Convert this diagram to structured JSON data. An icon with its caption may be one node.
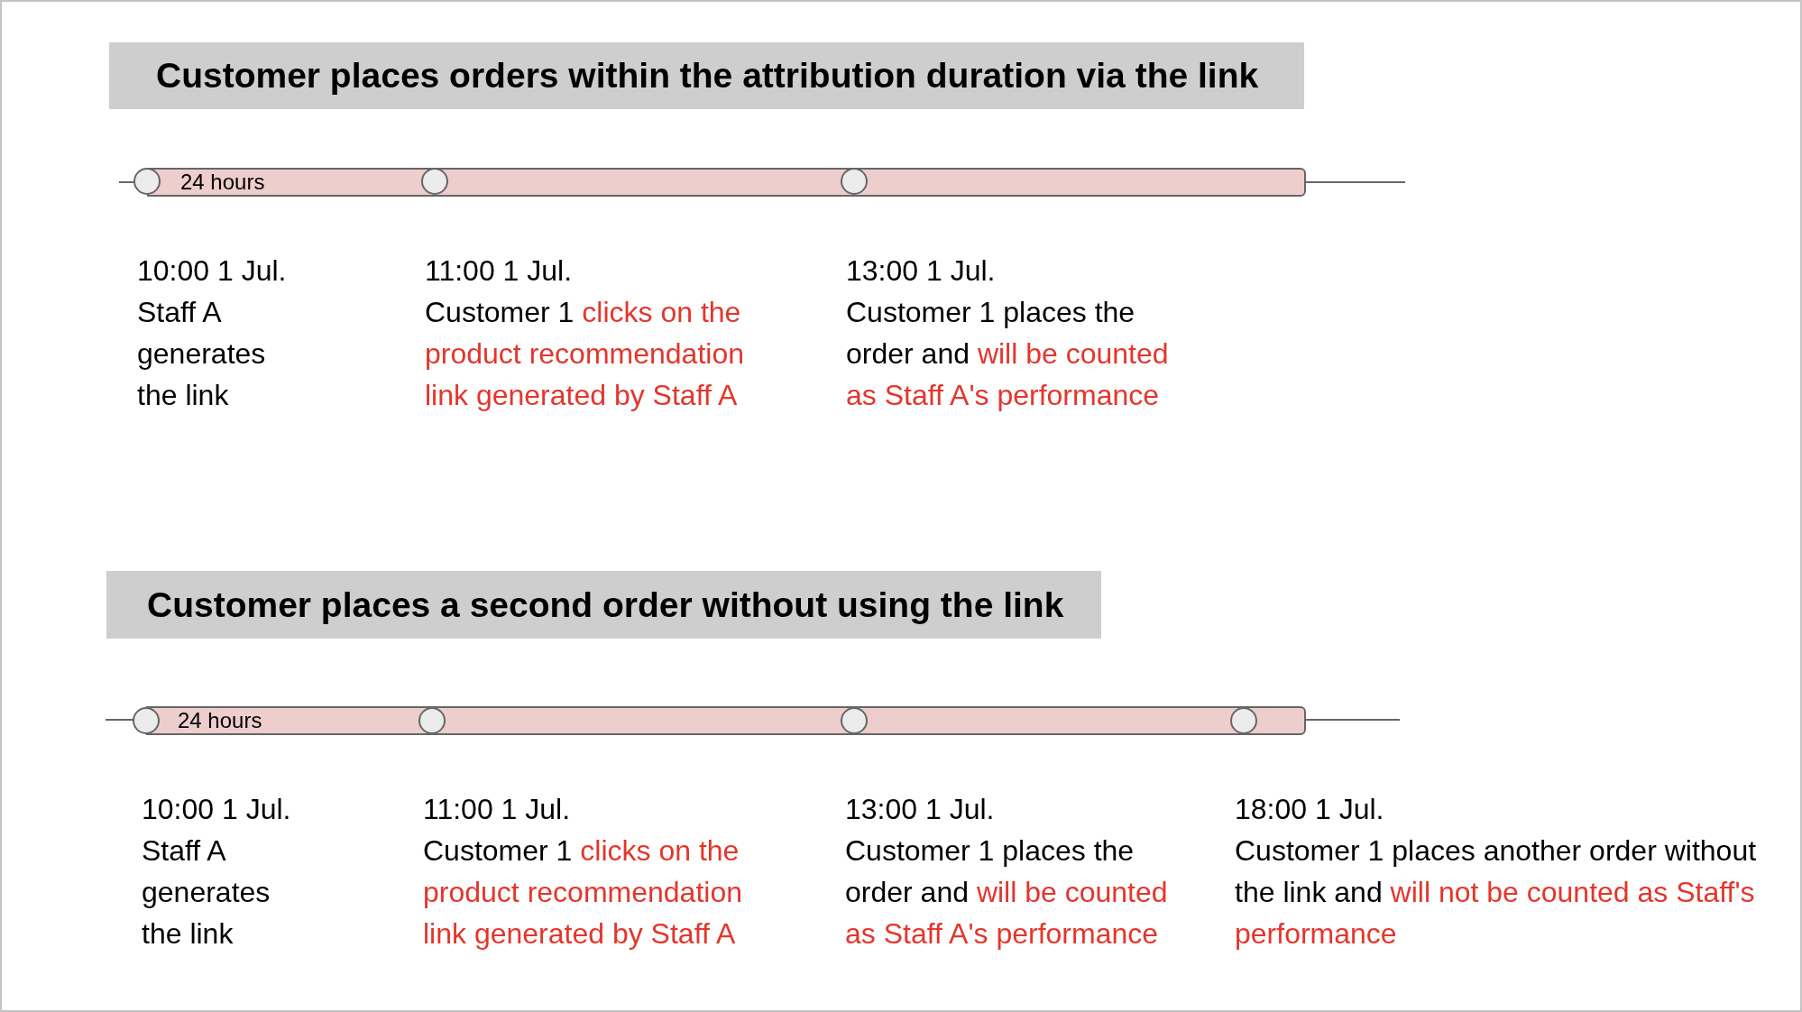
{
  "diagram": {
    "nodes": [
      {
        "text": [
          "Customer places orders within the attribution duration via the link"
        ]
      },
      {
        "text": [
          "24 hours"
        ]
      },
      {
        "text": [],
        "shape": "circle",
        "beside": [
          "10:00 1 Jul.",
          "Staff A generates the link"
        ]
      },
      {
        "text": [],
        "shape": "circle",
        "in": 1,
        "beside": [
          "11:00 1 Jul.",
          "Customer 1 clicks on the product recommendation link generated by Staff A"
        ]
      },
      {
        "text": [],
        "shape": "circle",
        "in": 1,
        "beside": [
          "13:00 1 Jul.",
          "Customer 1 places the order and will be counted as Staff A's performance"
        ]
      },
      {
        "text": [
          "Customer places a second order without using the link"
        ]
      },
      {
        "text": [
          "24 hours"
        ]
      },
      {
        "text": [],
        "shape": "circle",
        "beside": [
          "10:00 1 Jul.",
          "Staff A generates the link"
        ]
      },
      {
        "text": [],
        "shape": "circle",
        "in": 6,
        "beside": [
          "11:00 1 Jul.",
          "Customer 1 clicks on the product recommendation link generated by Staff A"
        ]
      },
      {
        "text": [],
        "shape": "circle",
        "in": 6,
        "beside": [
          "13:00 1 Jul.",
          "Customer 1 places the order and will be counted as Staff A's performance"
        ]
      },
      {
        "text": [],
        "shape": "circle",
        "in": 6,
        "beside": [
          "18:00 1 Jul.",
          "Customer 1 places another order without the link and will not be counted as Staff's performance"
        ]
      }
    ]
  }
}
